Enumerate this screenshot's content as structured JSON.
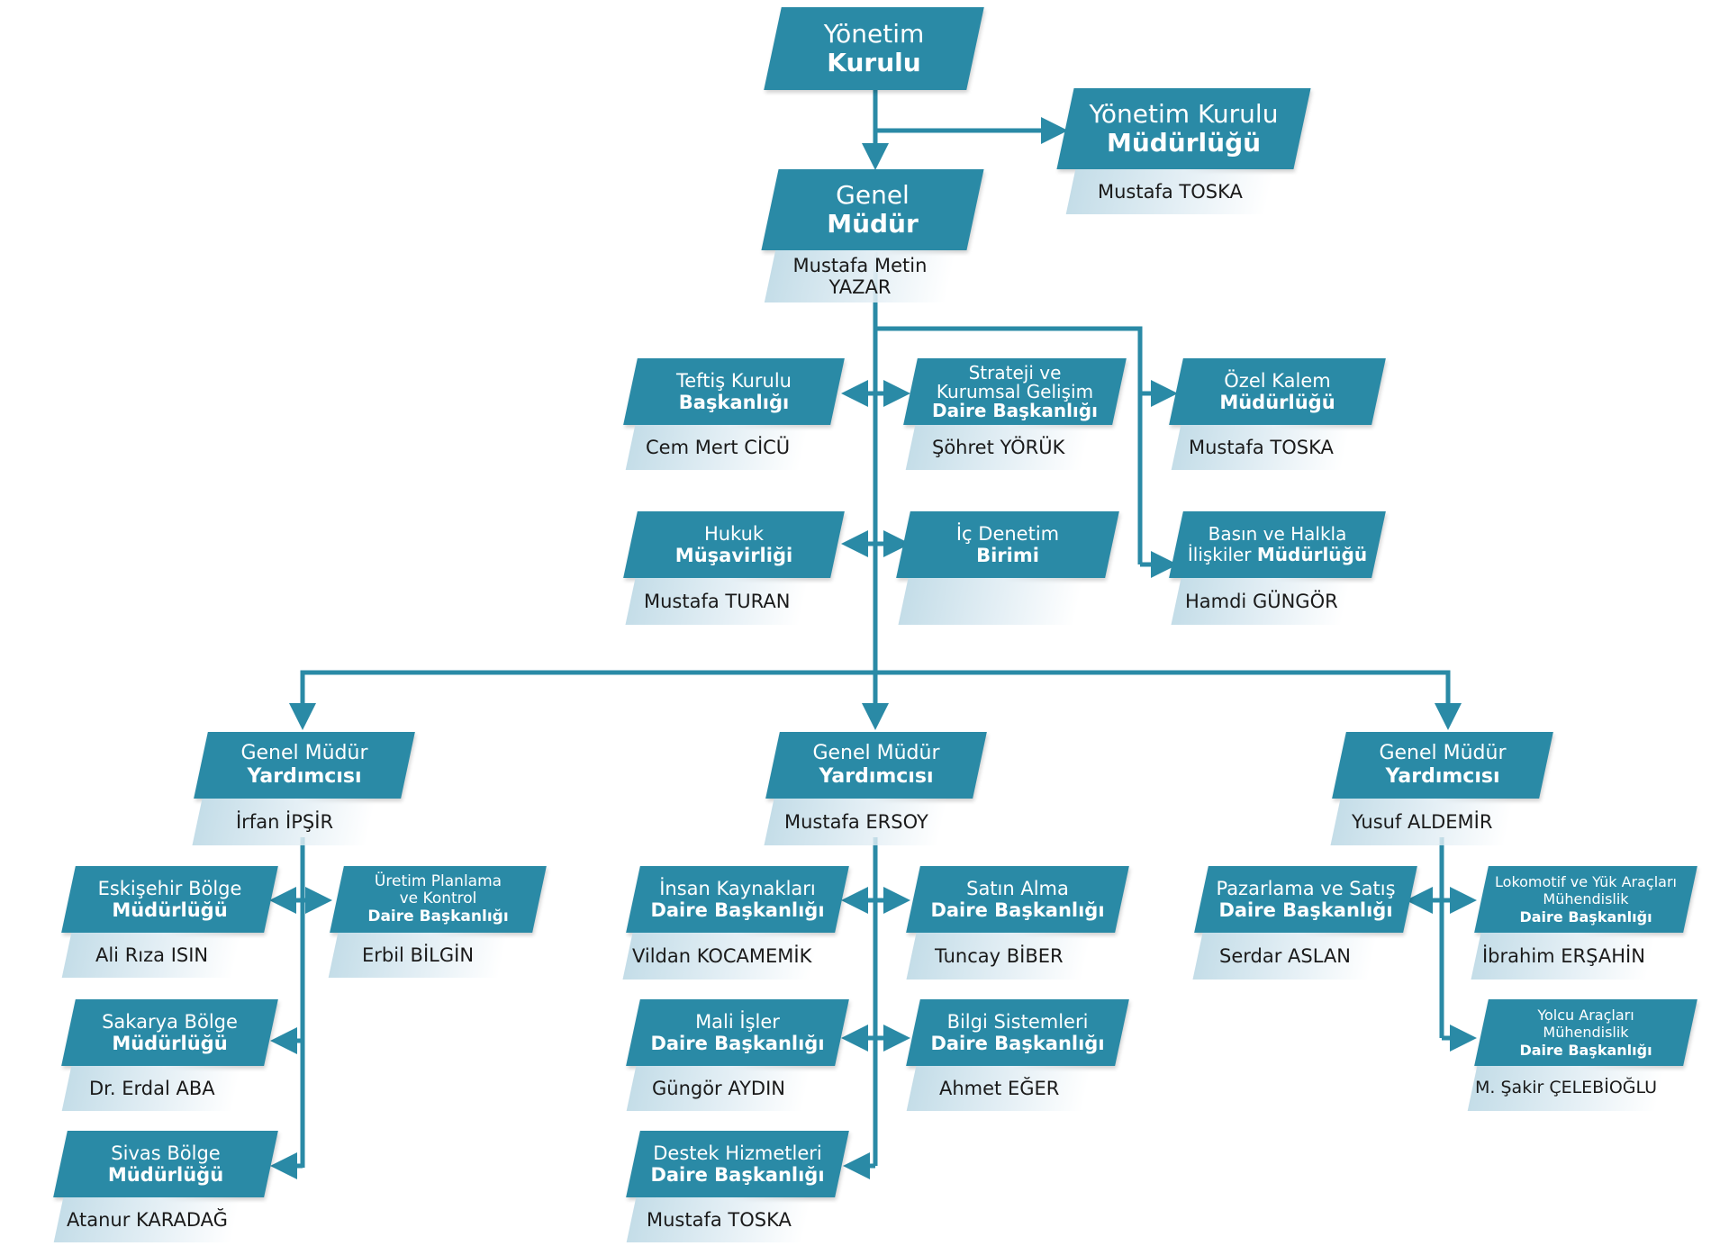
{
  "nodes": {
    "yonetim_kurulu": {
      "line1": "Yönetim",
      "line2": "Kurulu"
    },
    "yk_mudurlugu": {
      "line1": "Yönetim Kurulu",
      "line2": "Müdürlüğü",
      "name": "Mustafa TOSKA"
    },
    "genel_mudur": {
      "line1": "Genel",
      "line2": "Müdür",
      "name": "Mustafa Metin YAZAR"
    },
    "teftis": {
      "line1": "Teftiş Kurulu",
      "line2": "Başkanlığı",
      "name": "Cem Mert CİCÜ"
    },
    "strateji": {
      "line1": "Strateji ve",
      "line1b": "Kurumsal Gelişim",
      "line2": "Daire Başkanlığı",
      "name": "Şöhret YÖRÜK"
    },
    "ozel_kalem": {
      "line1": "Özel Kalem",
      "line2": "Müdürlüğü",
      "name": "Mustafa TOSKA"
    },
    "hukuk": {
      "line1": "Hukuk",
      "line2": "Müşavirliği",
      "name": "Mustafa TURAN"
    },
    "ic_denetim": {
      "line1": "İç Denetim",
      "line2": "Birimi",
      "name": ""
    },
    "basin": {
      "line1": "Basın ve Halkla",
      "line1b": "İlişkiler",
      "line2": "Müdürlüğü",
      "name": "Hamdi GÜNGÖR"
    },
    "gmy_left": {
      "line1": "Genel Müdür",
      "line2": "Yardımcısı",
      "name": "İrfan İPŞİR"
    },
    "gmy_mid": {
      "line1": "Genel Müdür",
      "line2": "Yardımcısı",
      "name": "Mustafa ERSOY"
    },
    "gmy_right": {
      "line1": "Genel Müdür",
      "line2": "Yardımcısı",
      "name": "Yusuf ALDEMİR"
    },
    "eskisehir": {
      "line1": "Eskişehir Bölge",
      "line2": "Müdürlüğü",
      "name": "Ali Rıza ISIN"
    },
    "uretim": {
      "line1": "Üretim Planlama",
      "line1b": "ve Kontrol",
      "line2": "Daire Başkanlığı",
      "name": "Erbil BİLGİN"
    },
    "sakarya": {
      "line1": "Sakarya Bölge",
      "line2": "Müdürlüğü",
      "name": "Dr. Erdal ABA"
    },
    "sivas": {
      "line1": "Sivas Bölge",
      "line2": "Müdürlüğü",
      "name": "Atanur KARADAĞ"
    },
    "insan": {
      "line1": "İnsan Kaynakları",
      "line2": "Daire Başkanlığı",
      "name": "Vildan KOCAMEMİK"
    },
    "satin": {
      "line1": "Satın Alma",
      "line2": "Daire Başkanlığı",
      "name": "Tuncay BİBER"
    },
    "mali": {
      "line1": "Mali İşler",
      "line2": "Daire Başkanlığı",
      "name": "Güngör AYDIN"
    },
    "bilgi": {
      "line1": "Bilgi Sistemleri",
      "line2": "Daire Başkanlığı",
      "name": "Ahmet EĞER"
    },
    "destek": {
      "line1": "Destek Hizmetleri",
      "line2": "Daire Başkanlığı",
      "name": "Mustafa TOSKA"
    },
    "pazarlama": {
      "line1": "Pazarlama ve Satış",
      "line2": "Daire Başkanlığı",
      "name": "Serdar ASLAN"
    },
    "lokomotif": {
      "line1": "Lokomotif ve Yük Araçları",
      "line1b": "Mühendislik",
      "line2": "Daire Başkanlığı",
      "name": "İbrahim ERŞAHİN"
    },
    "yolcu": {
      "line1": "Yolcu Araçları",
      "line1b": "Mühendislik",
      "line2": "Daire Başkanlığı",
      "name": "M. Şakir ÇELEBİOĞLU"
    }
  },
  "colors": {
    "box": "#2a8aa6",
    "line": "#2a8aa6",
    "name_bg": "#d6e8f0"
  }
}
